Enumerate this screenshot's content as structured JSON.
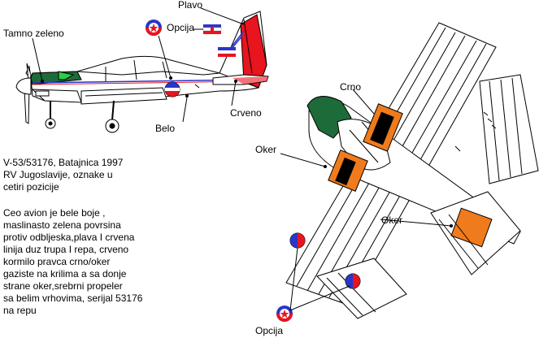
{
  "callouts": {
    "tamno_zeleno": "Tamno zeleno",
    "plavo": "Plavo",
    "opcija_top": "Opcija",
    "crveno": "Crveno",
    "belo": "Belo",
    "crno": "Crno",
    "oker_left": "Oker",
    "oker_right": "Oker",
    "opcija_bottom": "Opcija"
  },
  "caption": {
    "lines": [
      "V-53/53176, Batajnica 1997",
      "RV Jugoslavije, oznake u",
      "cetiri pozicije"
    ]
  },
  "description": {
    "lines": [
      "Ceo avion je bele boje ,",
      "maslinasto zelena povrsina",
      "protiv odbljeska,plava I crvena",
      "linija duz trupa I repa, crveno",
      "kormilo pravca crno/oker",
      "gaziste na krilima a sa donje",
      "strane oker,srebrni propeler",
      "sa belim vrhovima, serijal 53176",
      "na repu"
    ]
  },
  "colors": {
    "dark_green": "#1e6b3a",
    "light_green": "#2ecc4a",
    "blue": "#2a35c9",
    "red": "#e8141e",
    "ochre": "#f07b1c",
    "black": "#000000",
    "white": "#ffffff"
  }
}
